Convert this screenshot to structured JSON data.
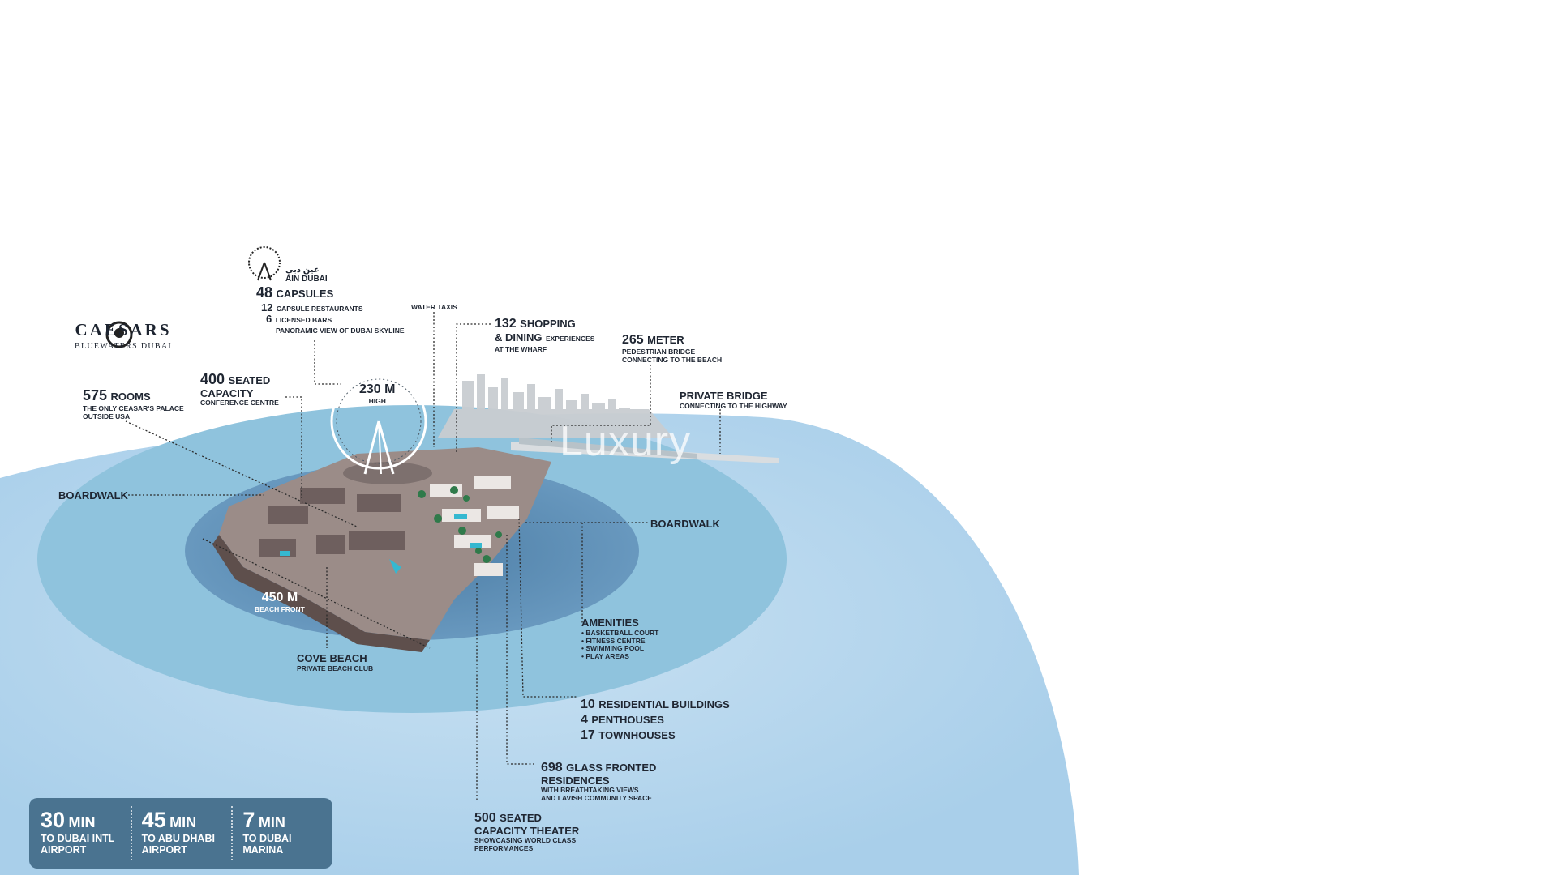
{
  "ain_dubai": {
    "logo_arabic": "عين دبي",
    "logo_latin": "AIN DUBAI",
    "capsules_num": "48",
    "capsules_label": "CAPSULES",
    "restaurants_num": "12",
    "restaurants_label": "CAPSULE RESTAURANTS",
    "bars_num": "6",
    "bars_label": "LICENSED BARS",
    "skyline_label": "PANORAMIC VIEW OF DUBAI SKYLINE",
    "height_num": "230 M",
    "height_label": "HIGH"
  },
  "caesars": {
    "brand": "CAESARS",
    "brand_sub": "BLUEWATERS DUBAI",
    "rooms_num": "575",
    "rooms_label": "ROOMS",
    "rooms_sub_1": "THE ONLY CEASAR'S PALACE",
    "rooms_sub_2": "OUTSIDE USA"
  },
  "conference": {
    "num": "400",
    "label_1": "SEATED",
    "label_2": "CAPACITY",
    "sub": "CONFERENCE CENTRE"
  },
  "water_taxis": "WATER TAXIS",
  "shopping": {
    "num": "132",
    "label_1": "SHOPPING",
    "label_2": "& DINING",
    "label_2b": "EXPERIENCES",
    "sub": "AT THE WHARF"
  },
  "pedestrian_bridge": {
    "num": "265",
    "label": "METER",
    "sub_1": "PEDESTRIAN BRIDGE",
    "sub_2": "CONNECTING TO THE BEACH"
  },
  "private_bridge": {
    "label": "PRIVATE BRIDGE",
    "sub": "CONNECTING TO THE HIGHWAY"
  },
  "boardwalk_left": "BOARDWALK",
  "boardwalk_right": "BOARDWALK",
  "beach_front": {
    "num": "450 M",
    "sub": "BEACH FRONT"
  },
  "cove_beach": {
    "label": "COVE BEACH",
    "sub": "PRIVATE BEACH CLUB"
  },
  "amenities": {
    "title": "AMENITIES",
    "items": [
      "• BASKETBALL COURT",
      "• FITNESS CENTRE",
      "• SWIMMING POOL",
      "• PLAY AREAS"
    ]
  },
  "residential": {
    "buildings_num": "10",
    "buildings_label": "RESIDENTIAL BUILDINGS",
    "penthouses_num": "4",
    "penthouses_label": "PENTHOUSES",
    "townhouses_num": "17",
    "townhouses_label": "TOWNHOUSES"
  },
  "residences": {
    "num": "698",
    "label_1": "GLASS FRONTED",
    "label_2": "RESIDENCES",
    "sub_1": "WITH BREATHTAKING VIEWS",
    "sub_2": "AND LAVISH COMMUNITY SPACE"
  },
  "theater": {
    "num": "500",
    "label_1": "SEATED",
    "label_2": "CAPACITY THEATER",
    "sub_1": "SHOWCASING WORLD CLASS",
    "sub_2": "PERFORMANCES"
  },
  "watermark": "Luxury",
  "travel_times": [
    {
      "num": "30",
      "unit": "MIN",
      "line_1": "TO DUBAI INTL",
      "line_2": "AIRPORT"
    },
    {
      "num": "45",
      "unit": "MIN",
      "line_1": "TO ABU DHABI",
      "line_2": "AIRPORT"
    },
    {
      "num": "7",
      "unit": "MIN",
      "line_1": "TO DUBAI",
      "line_2": "MARINA"
    }
  ],
  "colors": {
    "outer_sea": "#bcd9ef",
    "mid_sea": "#86bdd8",
    "inner_sea": "#5d8bb0",
    "island": "#9a8a86",
    "panel": "#4a7390"
  }
}
